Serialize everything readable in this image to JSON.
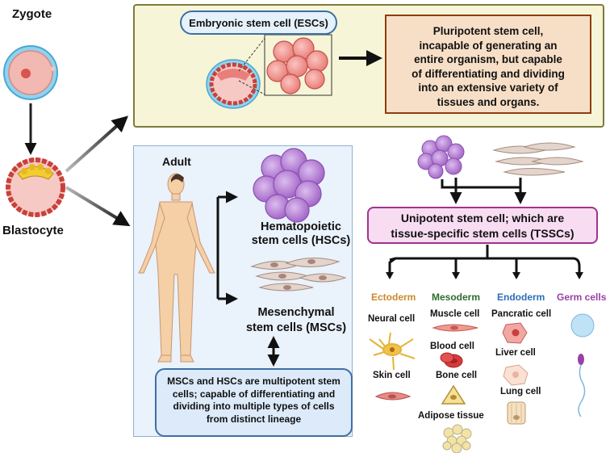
{
  "stages": {
    "zygote": "Zygote",
    "blastocyte": "Blastocyte"
  },
  "esc": {
    "title": "Embryonic stem cell (ESCs)",
    "description_lines": [
      "Pluripotent stem cell,",
      "incapable of generating an",
      "entire organism, but capable",
      "of differentiating and dividing",
      "into an extensive variety of",
      "tissues and organs."
    ]
  },
  "adult": {
    "title": "Adult",
    "hsc_lines": [
      "Hematopoietic",
      "stem cells (HSCs)"
    ],
    "msc_lines": [
      "Mesenchymal",
      "stem cells (MSCs)"
    ],
    "multipotent_lines": [
      "MSCs and HSCs are multipotent stem",
      "cells;  capable of differentiating and",
      "dividing into multiple types of cells",
      "from distinct lineage"
    ]
  },
  "tssc": {
    "lines": [
      "Unipotent stem cell; which are",
      "tissue-specific stem cells (TSSCs)"
    ]
  },
  "germ_layers": [
    {
      "name": "Ectoderm",
      "color": "#c88a2a",
      "cells": [
        "Neural cell",
        "Skin cell"
      ]
    },
    {
      "name": "Mesoderm",
      "color": "#2f6b2f",
      "cells": [
        "Muscle cell",
        "Blood cell",
        "Bone cell",
        "Adipose tissue"
      ]
    },
    {
      "name": "Endoderm",
      "color": "#2e6fb5",
      "cells": [
        "Pancratic  cell",
        "Liver  cell",
        "Lung  cell"
      ]
    },
    {
      "name": "Germ cells",
      "color": "#9b3fa5",
      "cells": []
    }
  ],
  "colors": {
    "esc_panel": "#f6f5d7",
    "pluripotent_box": "#f7dfc7",
    "adult_panel": "#eaf2fb",
    "tssc_box": "#f7dcf2",
    "hsc_cell": "#b985d6",
    "msc_cell": "#d9c8c0"
  },
  "icons": [
    "zygote-icon",
    "blastocyte-icon",
    "esc-cluster-icon",
    "human-figure-icon",
    "hsc-cluster-icon",
    "msc-cells-icon",
    "neuron-icon",
    "skin-cell-icon",
    "muscle-cell-icon",
    "red-blood-cell-icon",
    "bone-cell-icon",
    "adipose-tissue-icon",
    "pancreatic-cell-icon",
    "liver-cell-icon",
    "lung-cell-icon",
    "egg-cell-icon",
    "sperm-cell-icon"
  ]
}
